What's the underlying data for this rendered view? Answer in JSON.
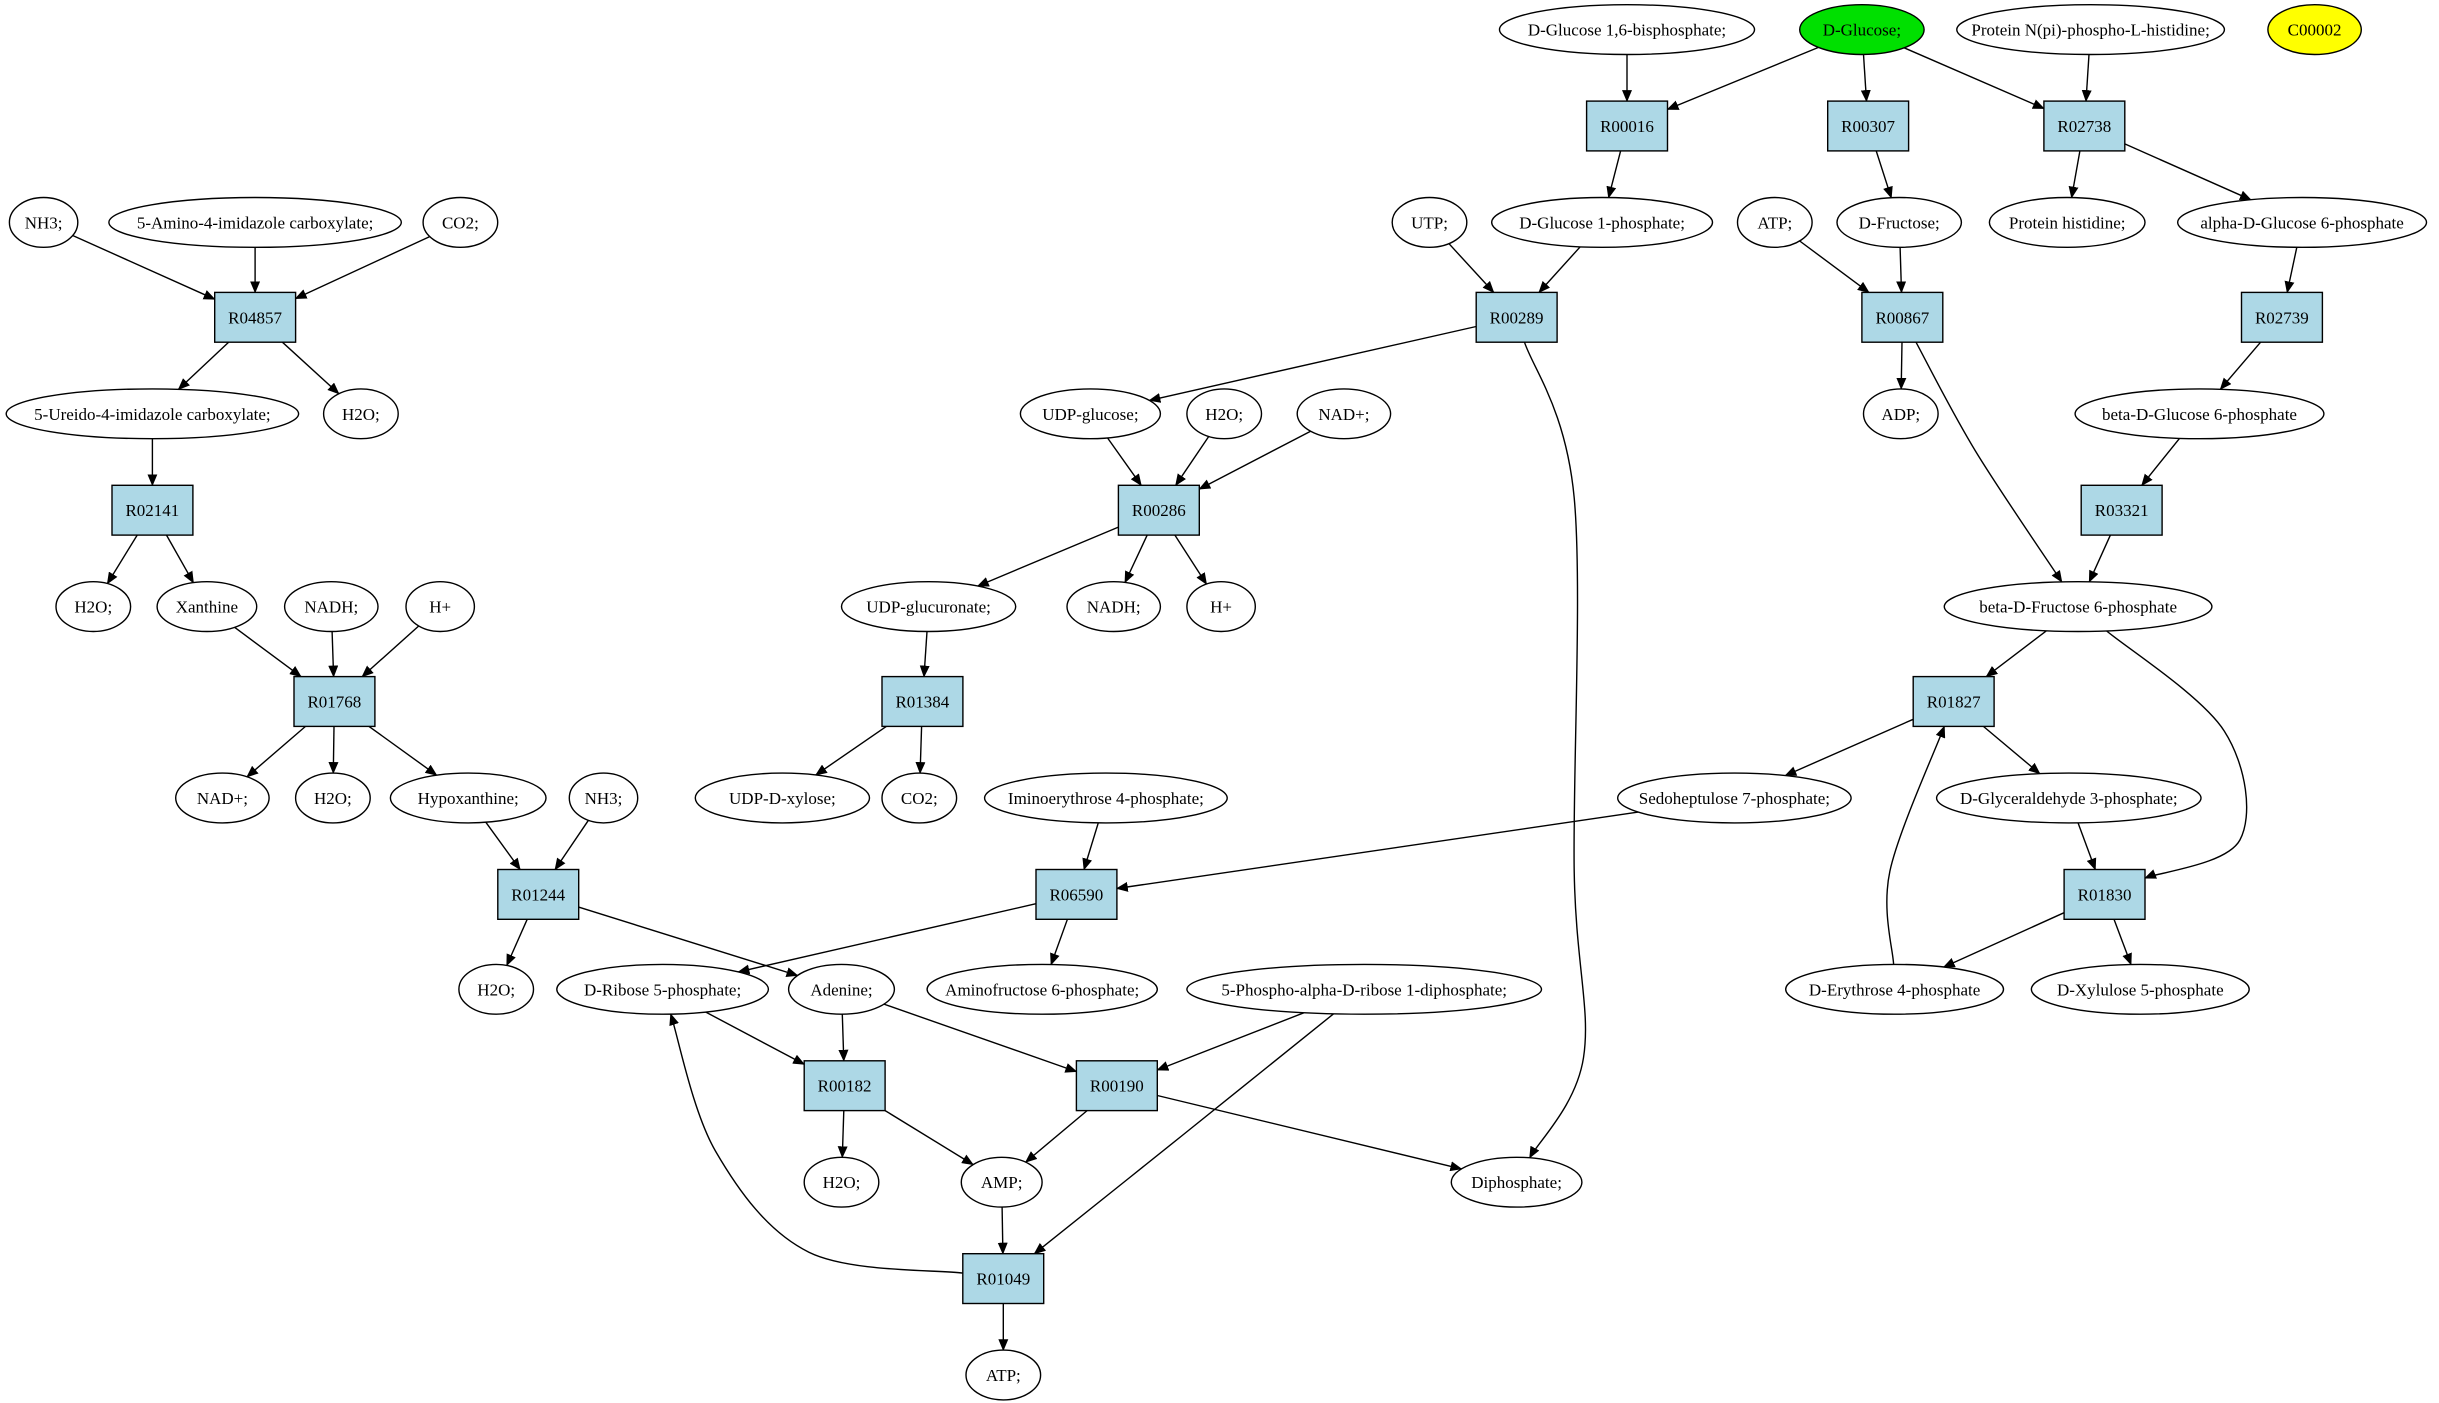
{
  "colors": {
    "compound": "#ffffff",
    "start_compound": "#00e000",
    "highlight_compound": "#ffff00",
    "reaction": "#add8e6"
  },
  "compounds": [
    {
      "id": "glc16bp",
      "label": "D-Glucose 1,6-bisphosphate;"
    },
    {
      "id": "glc",
      "label": "D-Glucose;",
      "highlight": "start"
    },
    {
      "id": "protnpi",
      "label": "Protein N(pi)-phospho-L-histidine;"
    },
    {
      "id": "c00002",
      "label": "C00002",
      "highlight": "marked"
    },
    {
      "id": "nh3a",
      "label": "NH3;"
    },
    {
      "id": "aic",
      "label": "5-Amino-4-imidazole carboxylate;"
    },
    {
      "id": "co2a",
      "label": "CO2;"
    },
    {
      "id": "utp",
      "label": "UTP;"
    },
    {
      "id": "g1p",
      "label": "D-Glucose 1-phosphate;"
    },
    {
      "id": "atp1",
      "label": "ATP;"
    },
    {
      "id": "fru",
      "label": "D-Fructose;"
    },
    {
      "id": "prothis",
      "label": "Protein histidine;"
    },
    {
      "id": "ag6p",
      "label": "alpha-D-Glucose 6-phosphate"
    },
    {
      "id": "uic",
      "label": "5-Ureido-4-imidazole carboxylate;"
    },
    {
      "id": "h2o1",
      "label": "H2O;"
    },
    {
      "id": "udpglc",
      "label": "UDP-glucose;"
    },
    {
      "id": "h2o2",
      "label": "H2O;"
    },
    {
      "id": "nadp",
      "label": "NAD+;"
    },
    {
      "id": "adp",
      "label": "ADP;"
    },
    {
      "id": "bg6p",
      "label": "beta-D-Glucose 6-phosphate"
    },
    {
      "id": "h2o3",
      "label": "H2O;"
    },
    {
      "id": "xan",
      "label": "Xanthine"
    },
    {
      "id": "nadh1",
      "label": "NADH;"
    },
    {
      "id": "hplus1",
      "label": "H+"
    },
    {
      "id": "udpglcua",
      "label": "UDP-glucuronate;"
    },
    {
      "id": "nadh2",
      "label": "NADH;"
    },
    {
      "id": "hplus2",
      "label": "H+"
    },
    {
      "id": "bf6p",
      "label": "beta-D-Fructose 6-phosphate"
    },
    {
      "id": "nadp2",
      "label": "NAD+;"
    },
    {
      "id": "h2o4",
      "label": "H2O;"
    },
    {
      "id": "hyp",
      "label": "Hypoxanthine;"
    },
    {
      "id": "nh3b",
      "label": "NH3;"
    },
    {
      "id": "udpxyl",
      "label": "UDP-D-xylose;"
    },
    {
      "id": "co2b",
      "label": "CO2;"
    },
    {
      "id": "iminoe4p",
      "label": "Iminoerythrose 4-phosphate;"
    },
    {
      "id": "s7p",
      "label": "Sedoheptulose 7-phosphate;"
    },
    {
      "id": "gap",
      "label": "D-Glyceraldehyde 3-phosphate;"
    },
    {
      "id": "h2o5",
      "label": "H2O;"
    },
    {
      "id": "r5p",
      "label": "D-Ribose 5-phosphate;"
    },
    {
      "id": "ade",
      "label": "Adenine;"
    },
    {
      "id": "aminof6p",
      "label": "Aminofructose 6-phosphate;"
    },
    {
      "id": "prpp",
      "label": "5-Phospho-alpha-D-ribose 1-diphosphate;"
    },
    {
      "id": "e4p",
      "label": "D-Erythrose 4-phosphate"
    },
    {
      "id": "xu5p",
      "label": "D-Xylulose 5-phosphate"
    },
    {
      "id": "h2o6",
      "label": "H2O;"
    },
    {
      "id": "amp",
      "label": "AMP;"
    },
    {
      "id": "ppi",
      "label": "Diphosphate;"
    },
    {
      "id": "atp2",
      "label": "ATP;"
    }
  ],
  "reactions": [
    {
      "id": "R00016",
      "label": "R00016"
    },
    {
      "id": "R00307",
      "label": "R00307"
    },
    {
      "id": "R02738",
      "label": "R02738"
    },
    {
      "id": "R04857",
      "label": "R04857"
    },
    {
      "id": "R00289",
      "label": "R00289"
    },
    {
      "id": "R00867",
      "label": "R00867"
    },
    {
      "id": "R02739",
      "label": "R02739"
    },
    {
      "id": "R02141",
      "label": "R02141"
    },
    {
      "id": "R00286",
      "label": "R00286"
    },
    {
      "id": "R03321",
      "label": "R03321"
    },
    {
      "id": "R01768",
      "label": "R01768"
    },
    {
      "id": "R01384",
      "label": "R01384"
    },
    {
      "id": "R01827",
      "label": "R01827"
    },
    {
      "id": "R01244",
      "label": "R01244"
    },
    {
      "id": "R06590",
      "label": "R06590"
    },
    {
      "id": "R01830",
      "label": "R01830"
    },
    {
      "id": "R00182",
      "label": "R00182"
    },
    {
      "id": "R00190",
      "label": "R00190"
    },
    {
      "id": "R01049",
      "label": "R01049"
    }
  ],
  "edges": [
    [
      "glc16bp",
      "R00016"
    ],
    [
      "glc",
      "R00016"
    ],
    [
      "R00016",
      "g1p"
    ],
    [
      "glc",
      "R00307"
    ],
    [
      "R00307",
      "fru"
    ],
    [
      "glc",
      "R02738"
    ],
    [
      "protnpi",
      "R02738"
    ],
    [
      "R02738",
      "prothis"
    ],
    [
      "R02738",
      "ag6p"
    ],
    [
      "nh3a",
      "R04857"
    ],
    [
      "aic",
      "R04857"
    ],
    [
      "co2a",
      "R04857"
    ],
    [
      "R04857",
      "uic"
    ],
    [
      "R04857",
      "h2o1"
    ],
    [
      "utp",
      "R00289"
    ],
    [
      "g1p",
      "R00289"
    ],
    [
      "R00289",
      "udpglc"
    ],
    [
      "R00289",
      "ppi"
    ],
    [
      "atp1",
      "R00867"
    ],
    [
      "fru",
      "R00867"
    ],
    [
      "R00867",
      "adp"
    ],
    [
      "R00867",
      "bf6p"
    ],
    [
      "ag6p",
      "R02739"
    ],
    [
      "R02739",
      "bg6p"
    ],
    [
      "uic",
      "R02141"
    ],
    [
      "R02141",
      "h2o3"
    ],
    [
      "R02141",
      "xan"
    ],
    [
      "udpglc",
      "R00286"
    ],
    [
      "h2o2",
      "R00286"
    ],
    [
      "nadp",
      "R00286"
    ],
    [
      "R00286",
      "udpglcua"
    ],
    [
      "R00286",
      "nadh2"
    ],
    [
      "R00286",
      "hplus2"
    ],
    [
      "bg6p",
      "R03321"
    ],
    [
      "R03321",
      "bf6p"
    ],
    [
      "xan",
      "R01768"
    ],
    [
      "nadh1",
      "R01768"
    ],
    [
      "hplus1",
      "R01768"
    ],
    [
      "R01768",
      "nadp2"
    ],
    [
      "R01768",
      "h2o4"
    ],
    [
      "R01768",
      "hyp"
    ],
    [
      "udpglcua",
      "R01384"
    ],
    [
      "R01384",
      "udpxyl"
    ],
    [
      "R01384",
      "co2b"
    ],
    [
      "bf6p",
      "R01827"
    ],
    [
      "e4p",
      "R01827"
    ],
    [
      "R01827",
      "s7p"
    ],
    [
      "R01827",
      "gap"
    ],
    [
      "hyp",
      "R01244"
    ],
    [
      "nh3b",
      "R01244"
    ],
    [
      "R01244",
      "h2o5"
    ],
    [
      "R01244",
      "ade"
    ],
    [
      "iminoe4p",
      "R06590"
    ],
    [
      "s7p",
      "R06590"
    ],
    [
      "R06590",
      "r5p"
    ],
    [
      "R06590",
      "aminof6p"
    ],
    [
      "gap",
      "R01830"
    ],
    [
      "bf6p",
      "R01830"
    ],
    [
      "R01830",
      "e4p"
    ],
    [
      "R01830",
      "xu5p"
    ],
    [
      "r5p",
      "R00182"
    ],
    [
      "ade",
      "R00182"
    ],
    [
      "R00182",
      "h2o6"
    ],
    [
      "R00182",
      "amp"
    ],
    [
      "ade",
      "R00190"
    ],
    [
      "prpp",
      "R00190"
    ],
    [
      "R00190",
      "amp"
    ],
    [
      "R00190",
      "ppi"
    ],
    [
      "amp",
      "R01049"
    ],
    [
      "prpp",
      "R01049"
    ],
    [
      "R01049",
      "r5p"
    ],
    [
      "R01049",
      "atp2"
    ]
  ]
}
